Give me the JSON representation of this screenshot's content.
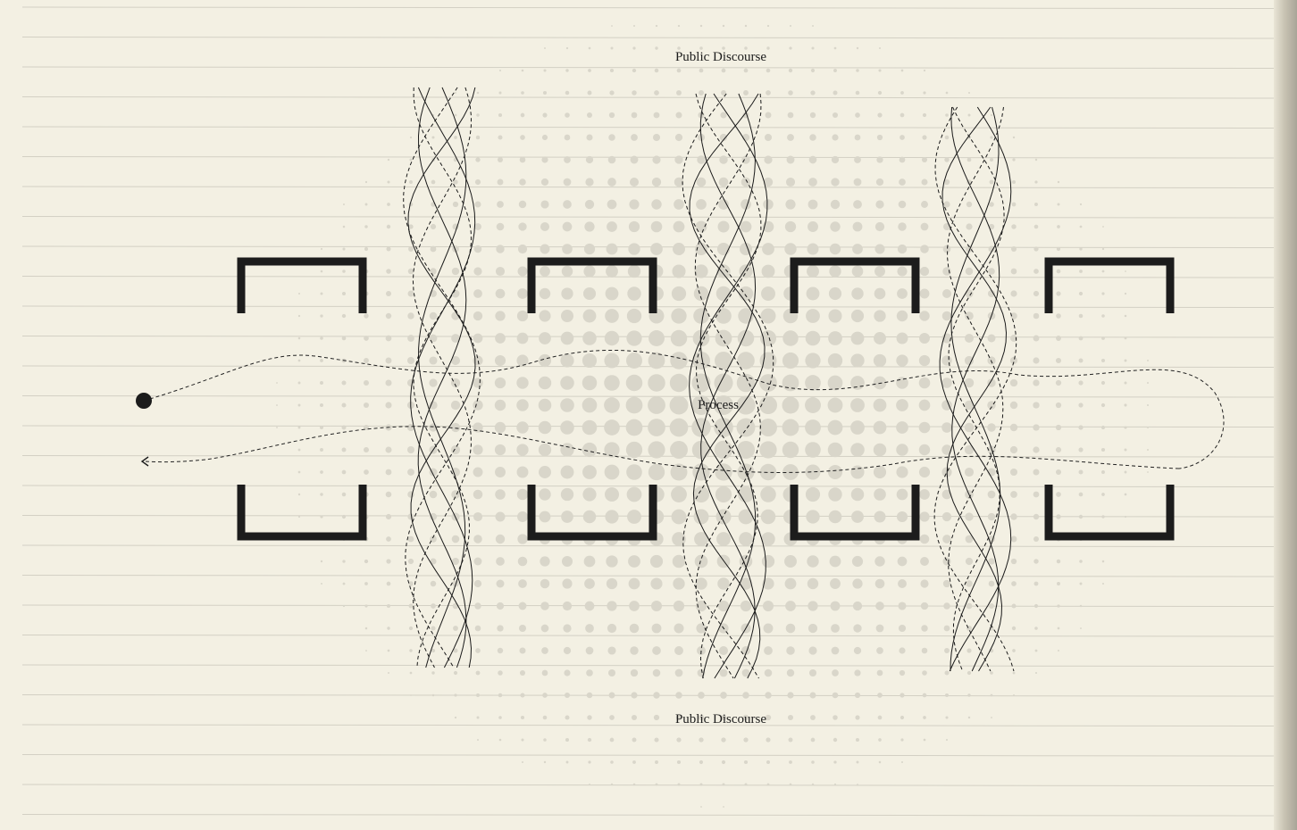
{
  "diagram": {
    "labels": {
      "top": "Public Discourse",
      "center": "Process",
      "bottom": "Public Discourse"
    },
    "bracket_pairs": 4,
    "colors": {
      "paper": "#f3f0e3",
      "ruled_line": "#d3d0c4",
      "dot": "#d9d6ca",
      "ink": "#1c1c1c"
    }
  }
}
